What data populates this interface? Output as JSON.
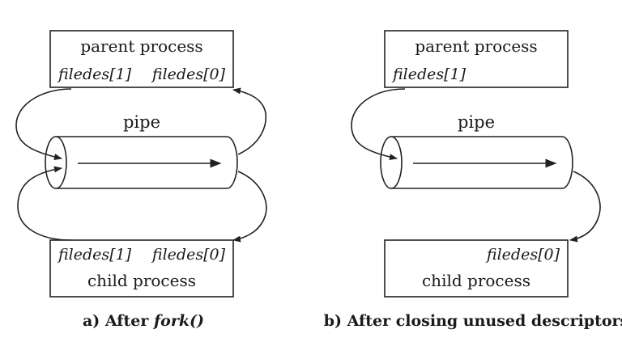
{
  "panel_a": {
    "parent_title": "parent process",
    "parent_fd_write": "filedes[1]",
    "parent_fd_read": "filedes[0]",
    "pipe_label": "pipe",
    "child_fd_write": "filedes[1]",
    "child_fd_read": "filedes[0]",
    "child_title": "child process",
    "caption_prefix": "a) After ",
    "caption_italic": "fork()"
  },
  "panel_b": {
    "parent_title": "parent process",
    "parent_fd_write": "filedes[1]",
    "pipe_label": "pipe",
    "child_fd_read": "filedes[0]",
    "child_title": "child process",
    "caption": "b) After closing unused descriptors"
  }
}
